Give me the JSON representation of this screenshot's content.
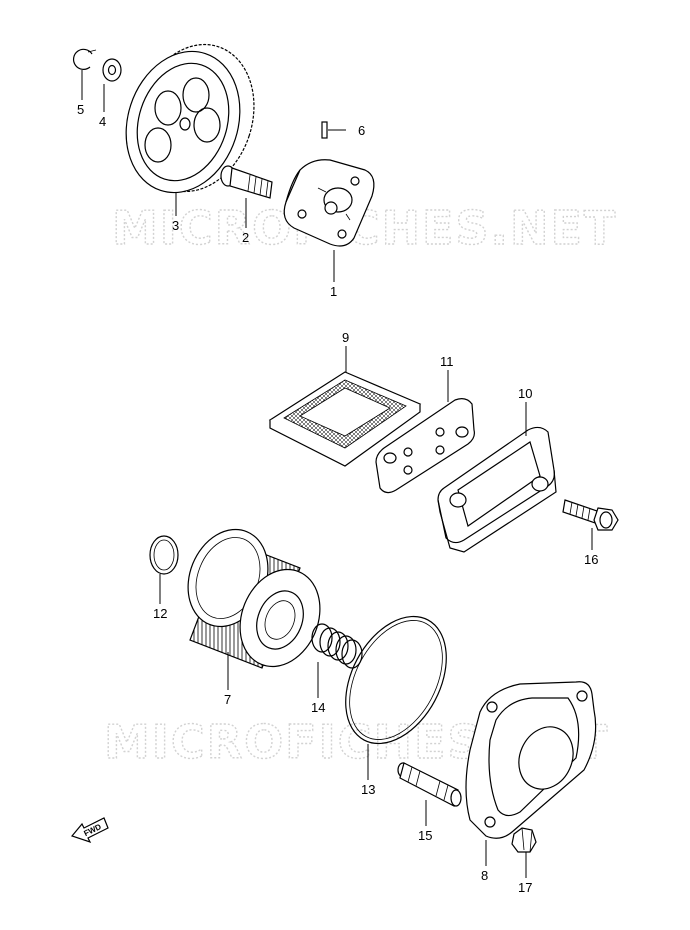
{
  "watermark": "MICROFICHES.NET",
  "fwd_label": "FWD",
  "parts": [
    {
      "number": "1"
    },
    {
      "number": "2"
    },
    {
      "number": "3"
    },
    {
      "number": "4"
    },
    {
      "number": "5"
    },
    {
      "number": "6"
    },
    {
      "number": "7"
    },
    {
      "number": "8"
    },
    {
      "number": "9"
    },
    {
      "number": "10"
    },
    {
      "number": "11"
    },
    {
      "number": "12"
    },
    {
      "number": "13"
    },
    {
      "number": "14"
    },
    {
      "number": "15"
    },
    {
      "number": "16"
    },
    {
      "number": "17"
    }
  ]
}
